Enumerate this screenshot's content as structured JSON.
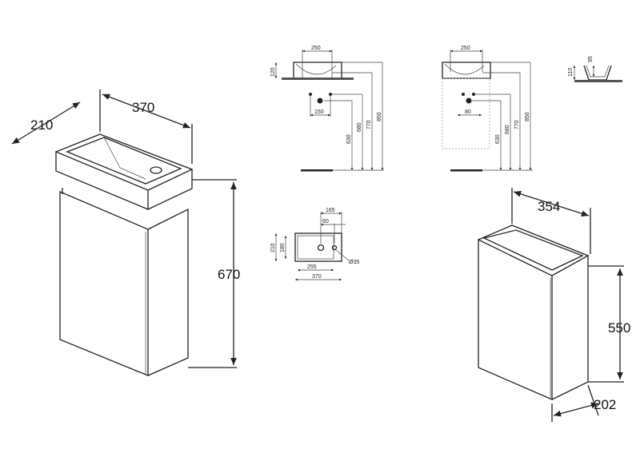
{
  "left_unit": {
    "width": "370",
    "depth": "210",
    "height": "670"
  },
  "side_view_1": {
    "tap_spacing": "250",
    "basin_height": "120",
    "waste_spacing": "150",
    "heights": [
      "630",
      "680",
      "770",
      "850"
    ]
  },
  "side_view_2": {
    "tap_spacing": "250",
    "waste_spacing": "80",
    "heights": [
      "630",
      "680",
      "770",
      "850"
    ]
  },
  "section_view": {
    "outer_height": "110",
    "inner_depth": "95"
  },
  "plan_view": {
    "tap_offset": "165",
    "hole_offset": "60",
    "outer_depth": "210",
    "inner_depth": "180",
    "inner_width": "255",
    "outer_width": "370",
    "hole_diameter": "Ø35"
  },
  "right_unit": {
    "width": "354",
    "height": "550",
    "depth": "202"
  }
}
